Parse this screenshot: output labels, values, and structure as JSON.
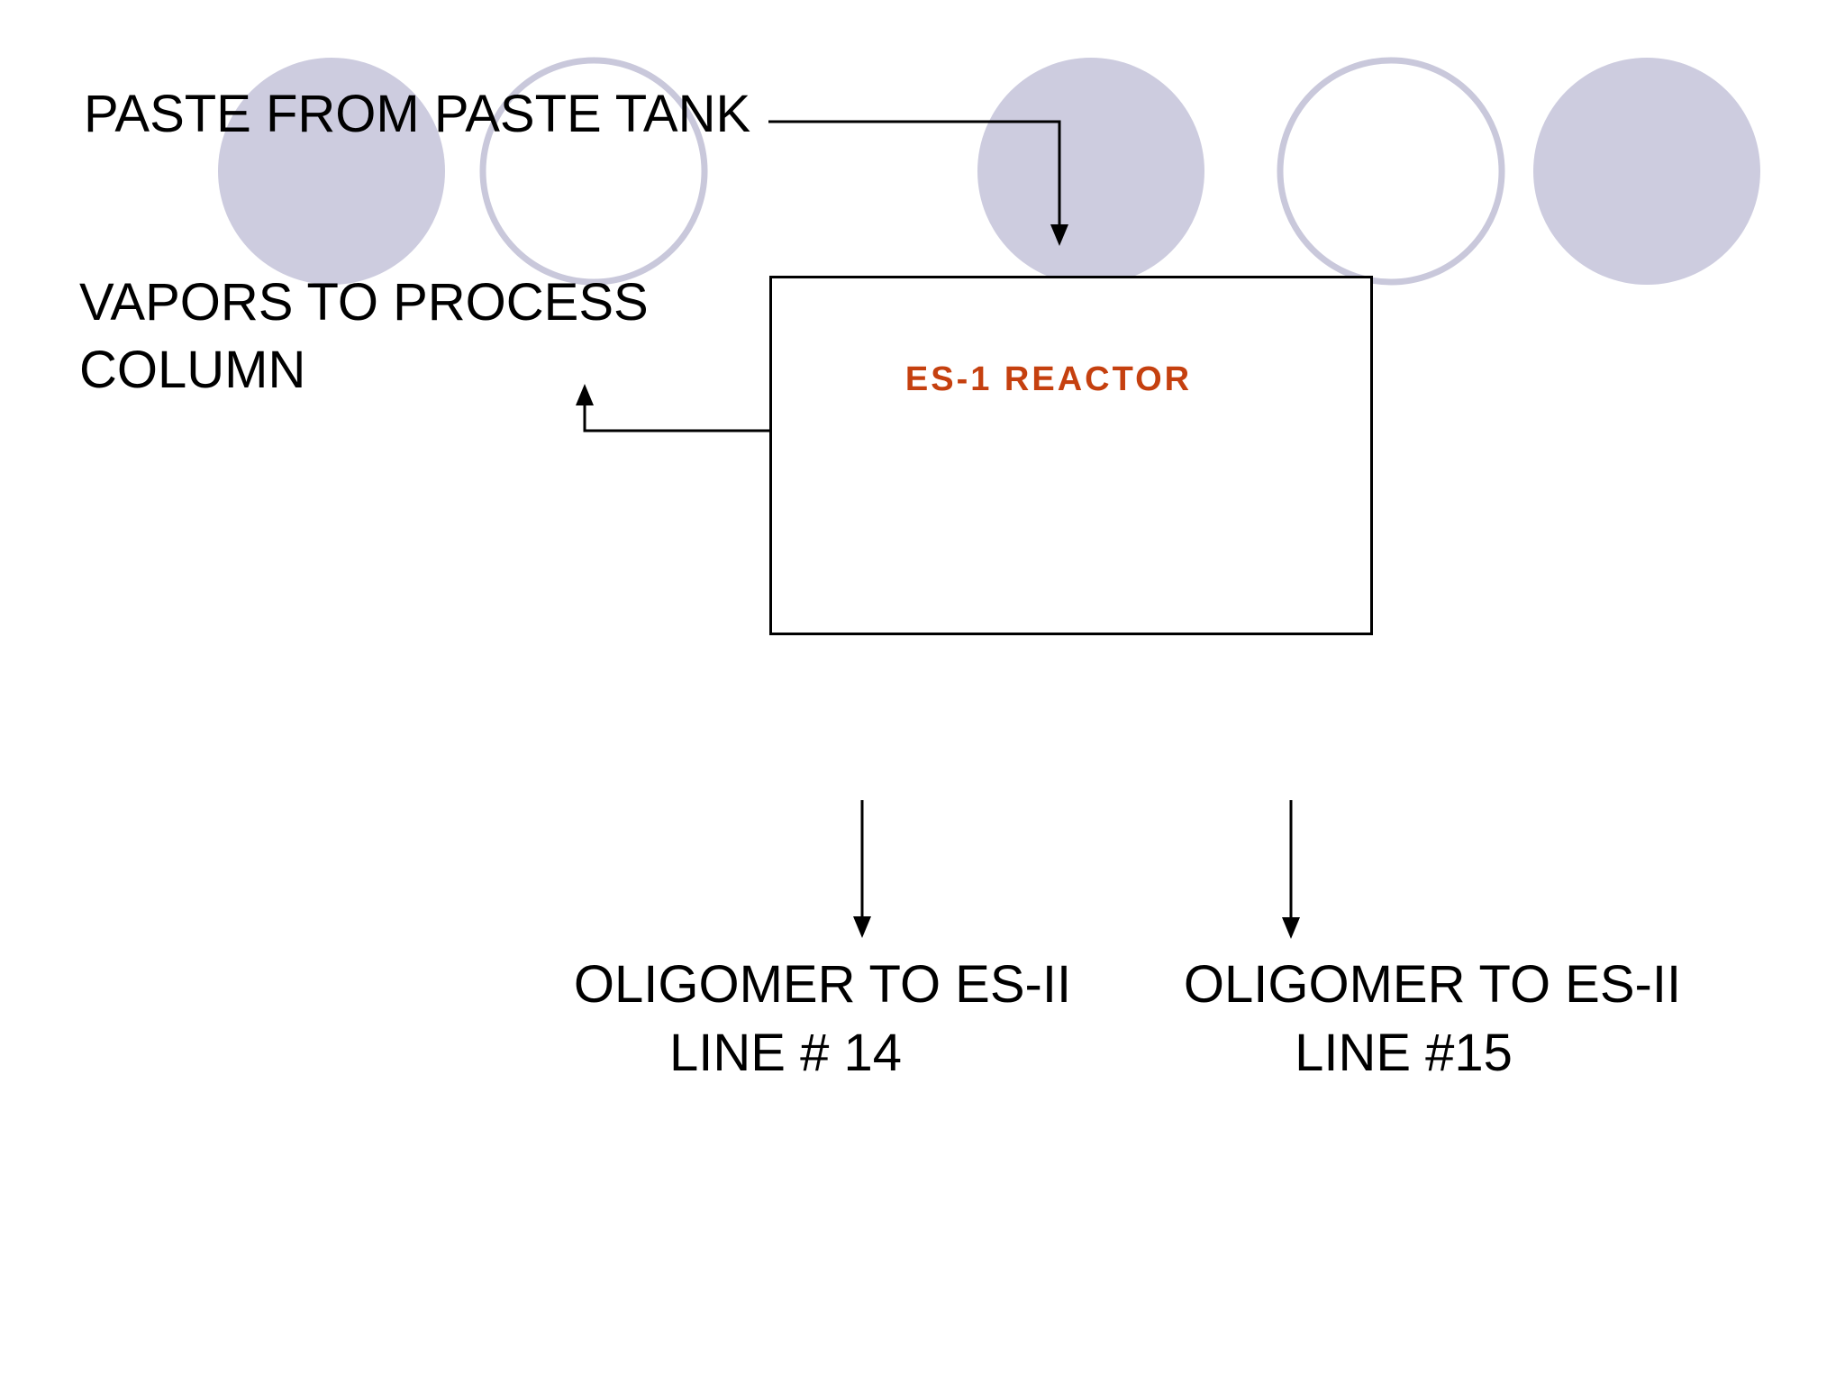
{
  "labels": {
    "paste_source": "PASTE FROM PASTE TANK",
    "vapors_line1": "VAPORS TO PROCESS",
    "vapors_line2": "COLUMN",
    "reactor": "ES-1 REACTOR",
    "oligomer_left_line1": "OLIGOMER TO ES-II",
    "oligomer_left_line2": "LINE # 14",
    "oligomer_right_line1": "OLIGOMER TO ES-II",
    "oligomer_right_line2": "LINE #15"
  },
  "colors": {
    "text": "#000000",
    "reactor_text": "#c5400f",
    "line": "#000000",
    "circle_fill": "#cdccdf",
    "circle_stroke": "#c9c8db",
    "box_fill": "#ffffff",
    "box_border": "#000000"
  }
}
